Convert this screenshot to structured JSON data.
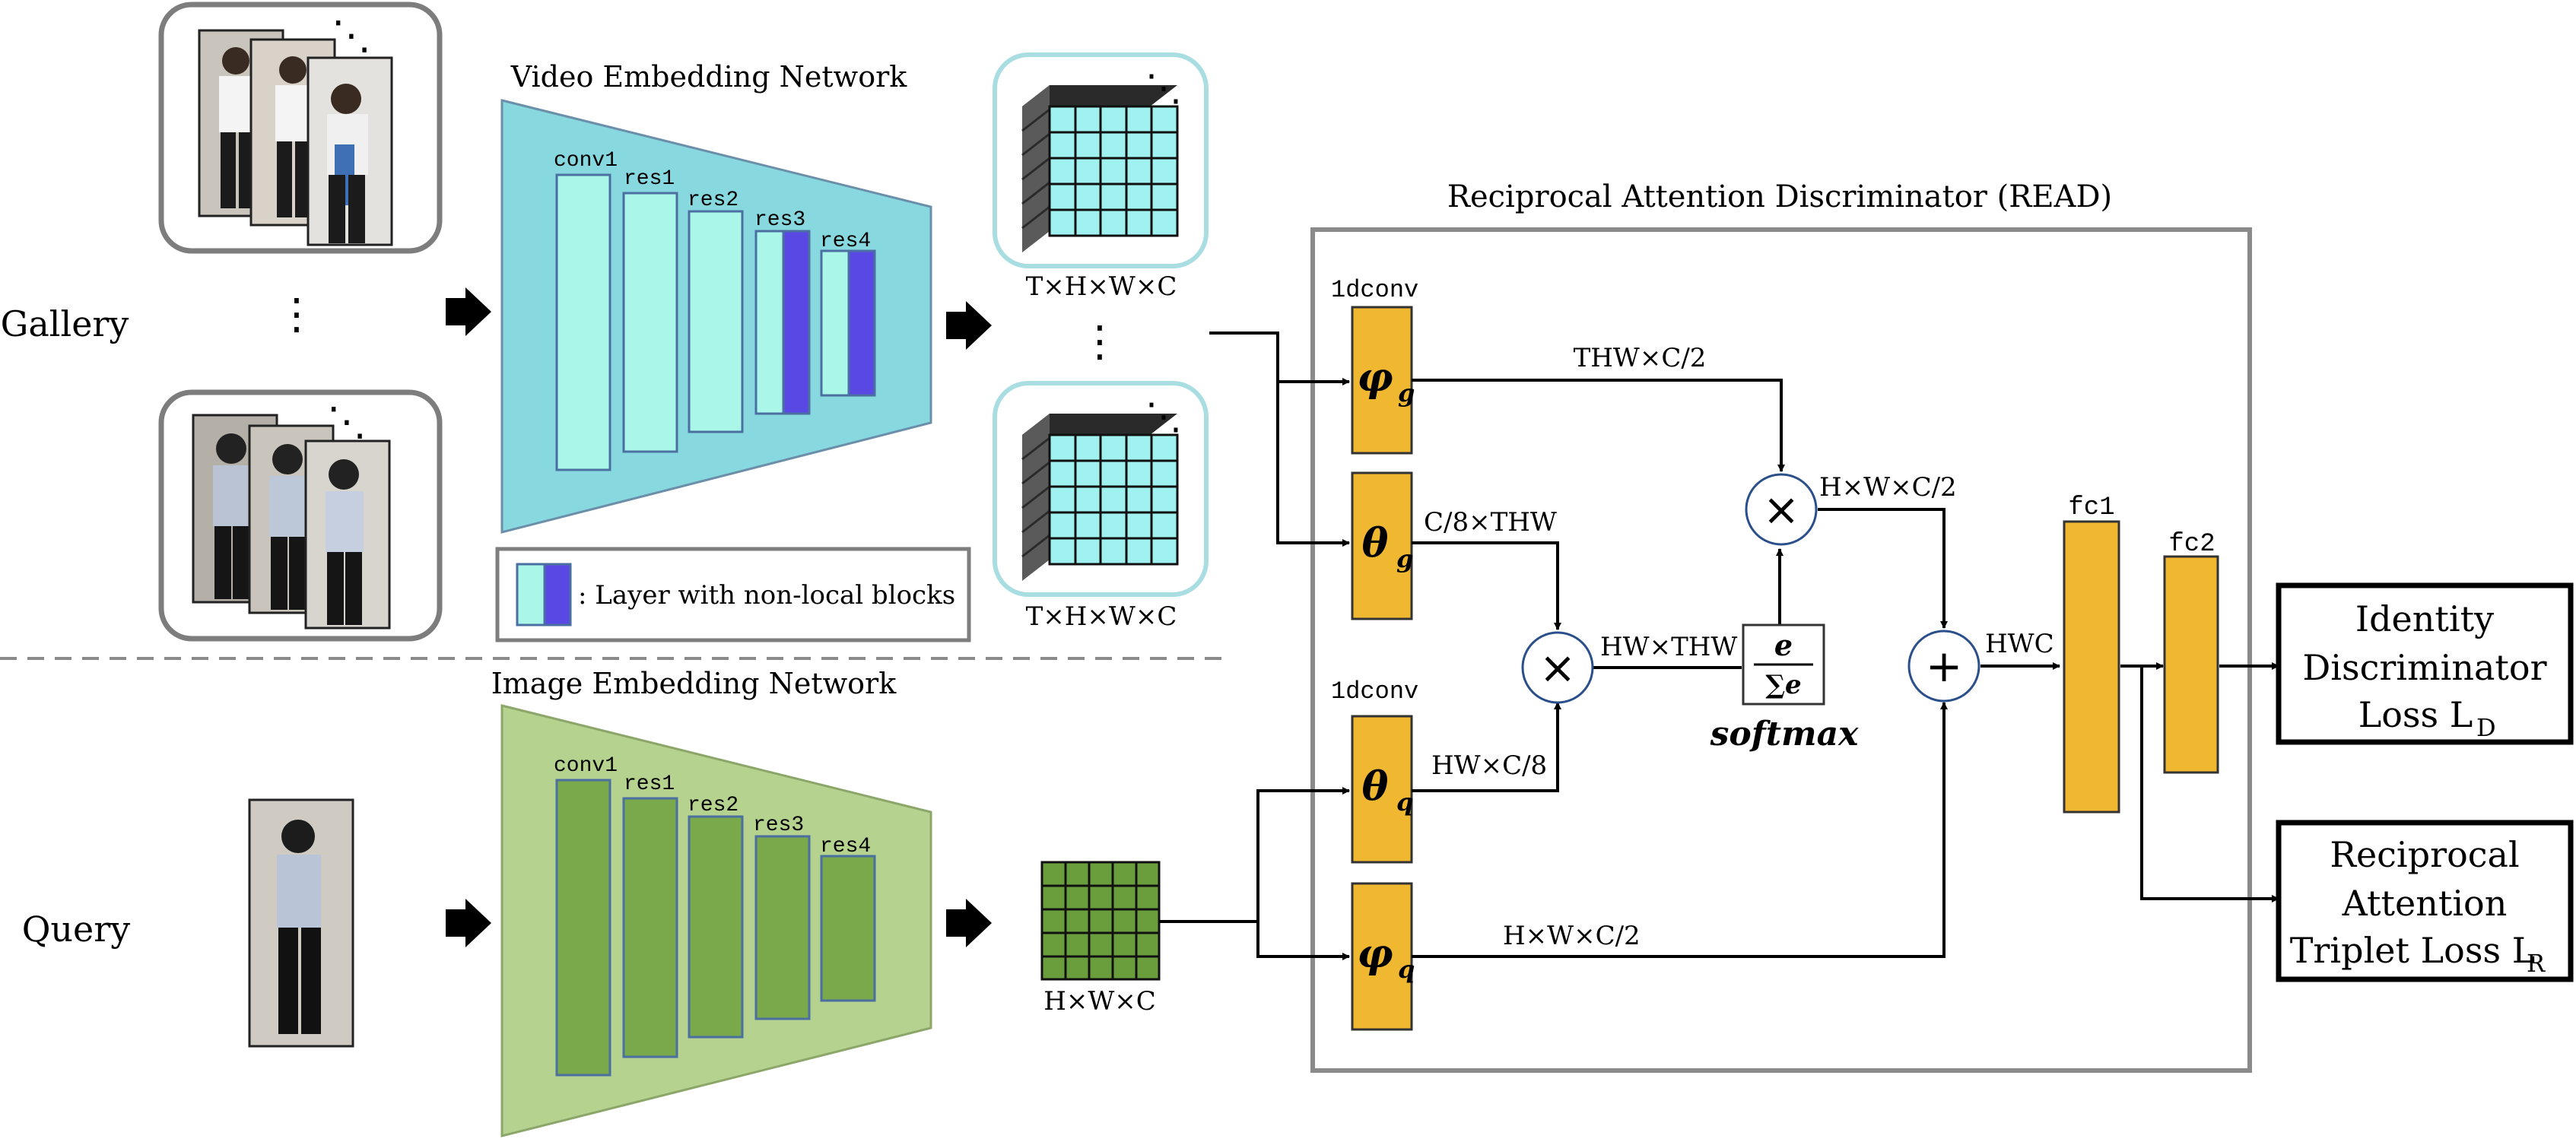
{
  "labels": {
    "gallery": "Gallery",
    "query": "Query",
    "video_net_title": "Video Embedding Network",
    "image_net_title": "Image Embedding Network",
    "read_title": "Reciprocal Attention Discriminator (READ)",
    "legend_text": ": Layer with non-local blocks",
    "vertical_dots": "⋮",
    "diagonal_dots": "⋱"
  },
  "video_layers": [
    "conv1",
    "res1",
    "res2",
    "res3",
    "res4"
  ],
  "image_layers": [
    "conv1",
    "res1",
    "res2",
    "res3",
    "res4"
  ],
  "tensors": {
    "video_top": "T×H×W×C",
    "video_bottom": "T×H×W×C",
    "image": "H×W×C"
  },
  "read": {
    "conv_label_top": "1dconv",
    "conv_label_bottom": "1dconv",
    "phi_g": {
      "main": "φ",
      "sub": "g"
    },
    "theta_g": {
      "main": "θ",
      "sub": "g"
    },
    "theta_q": {
      "main": "θ",
      "sub": "q"
    },
    "phi_q": {
      "main": "φ",
      "sub": "q"
    },
    "edges": {
      "phi_g_out": "THW×C/2",
      "theta_g_out": "C/8×THW",
      "theta_q_out": "HW×C/8",
      "mult1_out": "HW×THW",
      "mult2_out": "H×W×C/2",
      "phi_q_out": "H×W×C/2",
      "sum_out": "HWC"
    },
    "softmax_num": "e",
    "softmax_den": "∑e",
    "softmax_label": "softmax",
    "mult_symbol": "×",
    "plus_symbol": "+",
    "fc1": "fc1",
    "fc2": "fc2"
  },
  "outputs": {
    "identity": {
      "line1": "Identity",
      "line2": "Discriminator",
      "line3": "Loss L",
      "sub": "D"
    },
    "triplet": {
      "line1": "Reciprocal",
      "line2": "Attention",
      "line3": "Triplet Loss L",
      "sub": "R"
    }
  },
  "colors": {
    "video_trap": "#88d8e0",
    "video_layer": "#aaf7ea",
    "nonlocal": "#5a48e4",
    "image_trap": "#b5d38f",
    "image_layer": "#79a94a",
    "image_grid": "#6a9e3c",
    "read_box": "#f0b830",
    "tensor_frame": "#a8dde2",
    "tensor_face": "#9ff2ef"
  }
}
